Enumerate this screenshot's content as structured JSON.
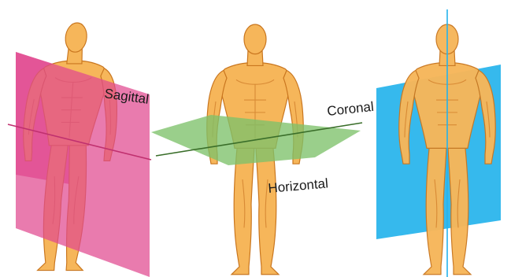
{
  "labels": {
    "sagittal": "Sagittal",
    "coronal": "Coronal",
    "horizontal": "Horizontal"
  },
  "colors": {
    "background": "#ffffff",
    "skin": "#f6b65a",
    "skin_shadow": "#e0913a",
    "skin_light": "#fbd089",
    "outline": "#c9761f",
    "sagittal_plane": "#e0488f",
    "horizontal_plane": "#7ec26a",
    "coronal_plane": "#25b3ec",
    "axis_line": "#3a6e2a"
  },
  "figures": [
    {
      "pose": "three-quarter-left",
      "plane": "sagittal"
    },
    {
      "pose": "front",
      "plane": "horizontal"
    },
    {
      "pose": "front",
      "plane": "coronal"
    }
  ]
}
